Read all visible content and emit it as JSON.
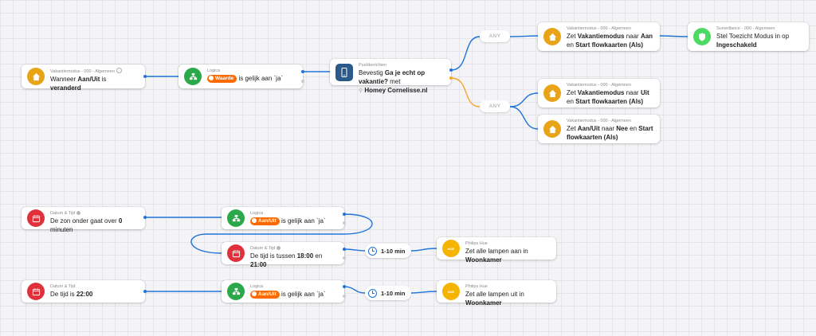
{
  "colors": {
    "wire": "#1f74d8",
    "wire_false": "#f0a830",
    "vacation": "#e8a317",
    "logic": "#2aa84a",
    "push": "#2b5a8a",
    "surveillance": "#4cd964",
    "datetime": "#e0313b",
    "hue": "#f4b400",
    "tag_orange": "#ff6a00"
  },
  "flow1": {
    "trigger": {
      "sup": "Vakantiemodus - 000 - Algemeen",
      "pre": "Wanneer ",
      "b1": "Aan/Uit",
      "mid": "  is ",
      "b2": "veranderd",
      "icon": "home-icon"
    },
    "logic": {
      "sup": "Logica",
      "tag": "Waarde",
      "txt": "is gelijk aan `ja`",
      "icon": "logic-icon"
    },
    "push": {
      "sup": "Pushberichten",
      "pre": "Bevestig ",
      "b1": "Ga je echt op vakantie?",
      "mid": " met",
      "b2": "Homey Cornelisse.nl",
      "icon": "phone-icon"
    },
    "any_true": "ANY",
    "any_false": "ANY",
    "action_aan": {
      "sup": "Vakantiemodus - 000 - Algemeen",
      "pre": "Zet ",
      "b1": "Vakantiemodus",
      "mid": " naar ",
      "b2": "Aan",
      "mid2": " en ",
      "b3": "Start flowkaarten (Als)"
    },
    "surveillance": {
      "sup": "Surveillance - 000 - Algemeen",
      "pre": "Stel Toezicht Modus in op ",
      "b1": "Ingeschakeld"
    },
    "action_uit": {
      "sup": "Vakantiemodus - 000 - Algemeen",
      "pre": "Zet ",
      "b1": "Vakantiemodus",
      "mid": " naar ",
      "b2": "Uit",
      "mid2": " en ",
      "b3": "Start flowkaarten (Als)"
    },
    "action_nee": {
      "sup": "Vakantiemodus - 000 - Algemeen",
      "pre": "Zet ",
      "b1": "Aan/Uit",
      "mid": " naar ",
      "b2": "Nee",
      "mid2": " en ",
      "b3": "Start flowkaarten (Als)"
    }
  },
  "flow2": {
    "trigger": {
      "sup": "Datum & Tijd",
      "pre": "De zon onder gaat over ",
      "b1": "0",
      "mid": " minuten"
    },
    "logic": {
      "sup": "Logica",
      "tag": "Aan/Uit",
      "txt": "is gelijk aan `ja`"
    },
    "time_cond": {
      "sup": "Datum & Tijd",
      "pre": "De tijd is tussen ",
      "b1": "18:00",
      "mid": " en ",
      "b2": "21:00"
    },
    "delay": "1-10 min",
    "hue": {
      "sup": "Philips Hue",
      "pre": "Zet alle lampen aan in ",
      "b1": "Woonkamer",
      "badge": "HUE"
    }
  },
  "flow3": {
    "trigger": {
      "sup": "Datum & Tijd",
      "pre": "De tijd is ",
      "b1": "22:00"
    },
    "logic": {
      "sup": "Logica",
      "tag": "Aan/Uit",
      "txt": "is gelijk aan `ja`"
    },
    "delay": "1-10 min",
    "hue": {
      "sup": "Philips Hue",
      "pre": "Zet alle lampen uit in ",
      "b1": "Woonkamer",
      "badge": "HUE"
    }
  }
}
